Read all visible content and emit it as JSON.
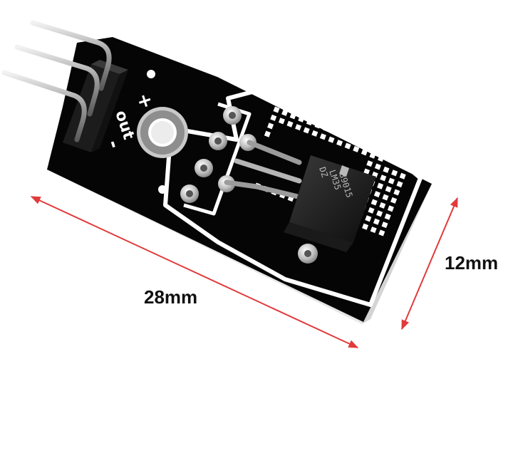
{
  "dimensions": {
    "length_label": "28mm",
    "width_label": "12mm"
  },
  "board": {
    "pin_label_plus": "+",
    "pin_label_out": "out",
    "pin_label_minus": "-",
    "chip_line_1": "89015",
    "chip_line_2": "LM35",
    "chip_line_3": "DZ",
    "hole_grid": {
      "rows": 10,
      "cols": 17
    }
  },
  "colors": {
    "pcb": "#050505",
    "silkscreen": "#ffffff",
    "dimension_arrow": "#e23a3a",
    "pin_metal": "#a9a9a9",
    "pad_metal": "#c9c9c9"
  }
}
